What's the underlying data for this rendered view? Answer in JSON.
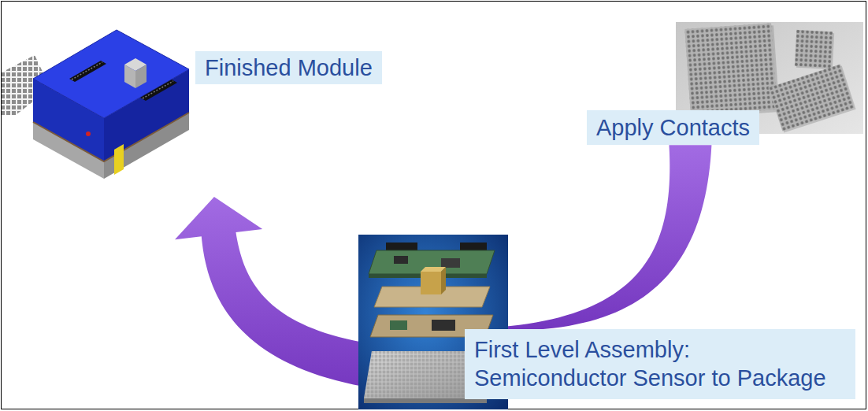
{
  "diagram": {
    "nodes": [
      {
        "text": [
          "Finished Module"
        ]
      },
      {
        "text": [
          "Apply Contacts"
        ]
      },
      {
        "text": [
          "First Level Assembly: Semiconductor Sensor to Package"
        ]
      }
    ],
    "edges": [
      {
        "from": 2,
        "to": 0,
        "arrow": "to"
      },
      {
        "from": 2,
        "to": 1,
        "arrow": "none"
      }
    ]
  }
}
